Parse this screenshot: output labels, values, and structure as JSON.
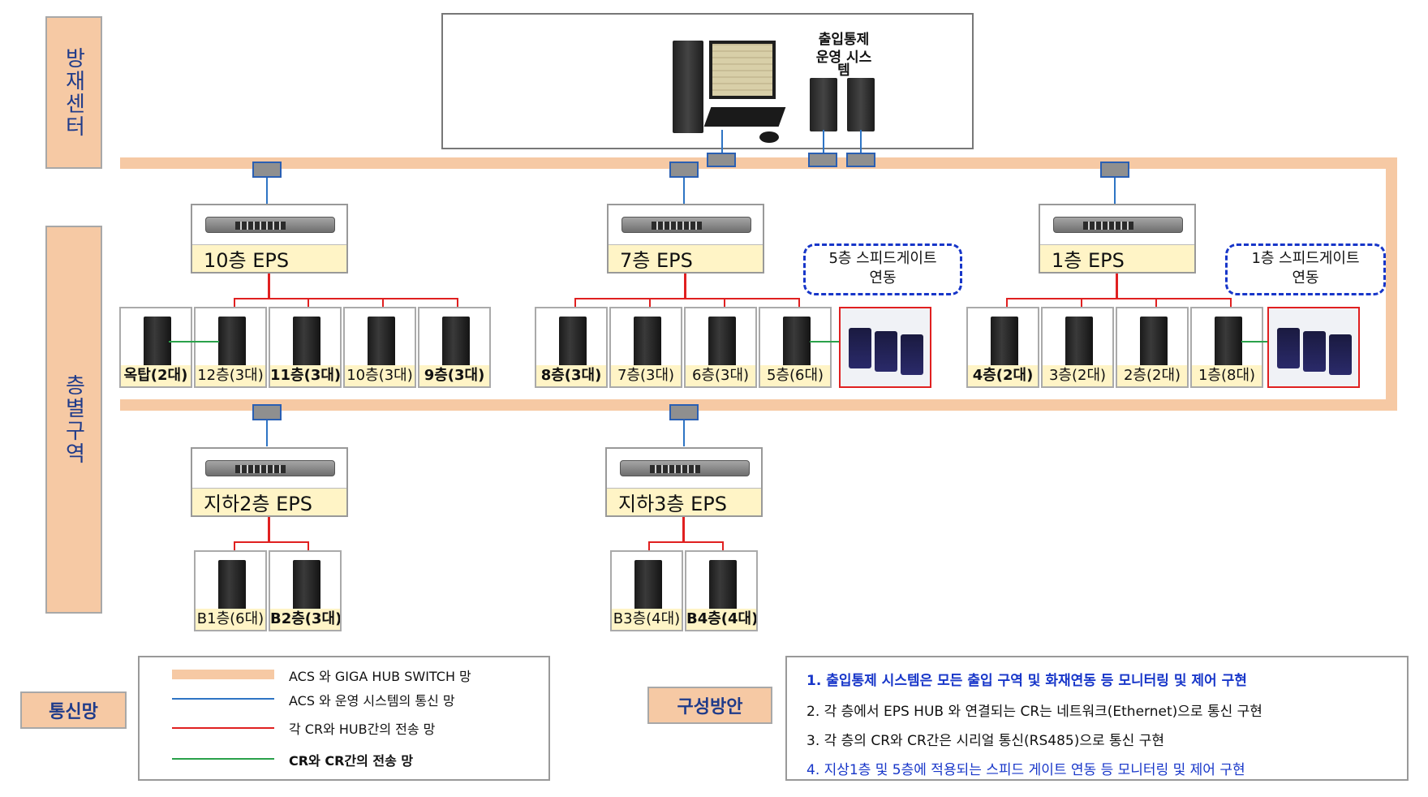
{
  "zones": {
    "disaster_center": "방재센터",
    "floor_zone": "층별구역"
  },
  "system": {
    "title_line1": "출입통제",
    "title_line2": "운영 시스",
    "title_line3": "템"
  },
  "eps": {
    "f10": "10층 EPS",
    "f7": "7층 EPS",
    "f1": "1층 EPS",
    "b2": "지하2층 EPS",
    "b3": "지하3층 EPS"
  },
  "cr_groups": {
    "f10": [
      "옥탑(2대)",
      "12층(3대)",
      "11층(3대)",
      "10층(3대)",
      "9층(3대)"
    ],
    "f7": [
      "8층(3대)",
      "7층(3대)",
      "6층(3대)",
      "5층(6대)"
    ],
    "f1": [
      "4층(2대)",
      "3층(2대)",
      "2층(2대)",
      "1층(8대)"
    ],
    "b2": [
      "B1층(6대)",
      "B2층(3대)"
    ],
    "b3": [
      "B3층(4대)",
      "B4층(4대)"
    ]
  },
  "callouts": {
    "f5_line1": "5층 스피드게이트",
    "f5_line2": "연동",
    "f1_line1": "1층 스피드게이트",
    "f1_line2": "연동"
  },
  "legend": {
    "title": "통신망",
    "items": [
      {
        "text": "ACS 와 GIGA HUB SWITCH 망",
        "color": "#f6c9a4"
      },
      {
        "text": "ACS 와 운영 시스템의  통신 망",
        "color": "#2e74c4"
      },
      {
        "text": "각 CR와 HUB간의 전송 망",
        "color": "#e02020"
      },
      {
        "text": "CR와 CR간의  전송 망",
        "color": "#2aa14a"
      }
    ]
  },
  "plan": {
    "title": "구성방안",
    "items": [
      "1. 출입통제 시스템은 모든 출입 구역 및 화재연동 등 모니터링 및 제어 구현",
      "2. 각 층에서 EPS HUB 와 연결되는 CR는 네트워크(Ethernet)으로 통신 구현",
      "3. 각 층의 CR와 CR간은 시리얼 통신(RS485)으로 통신 구현",
      "4. 지상1층 및 5층에 적용되는 스피드 게이트 연동 등 모니터링 및 제어 구현"
    ]
  }
}
